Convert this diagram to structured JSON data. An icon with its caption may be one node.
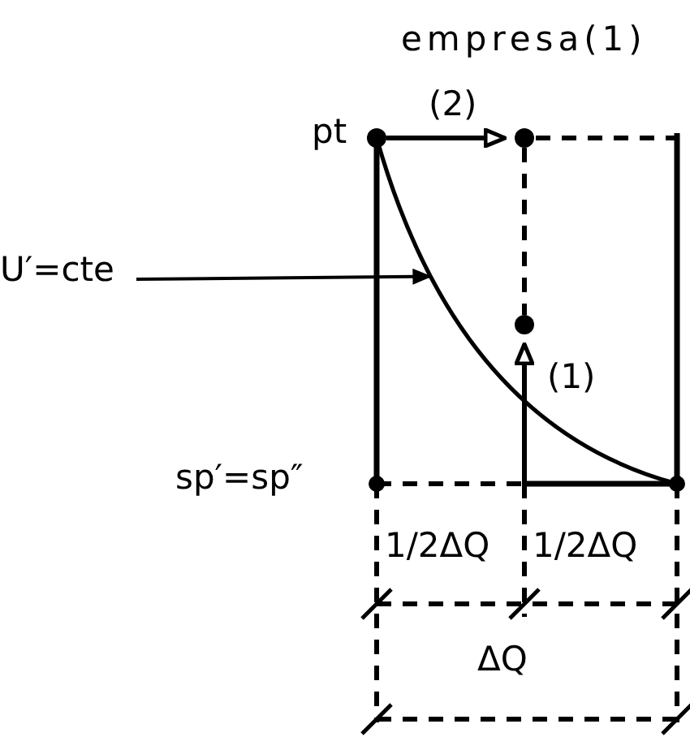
{
  "diagram": {
    "title": "empresa(1)",
    "nodes": [
      {
        "text": [],
        "shape": "circle",
        "beside": [
          "pt"
        ]
      },
      {
        "text": [],
        "shape": "circle"
      },
      {
        "text": [],
        "shape": "circle"
      },
      {
        "text": [
          "U′=cte"
        ]
      }
    ],
    "edges": [
      {
        "from": 0,
        "to": 1,
        "arrow": "to",
        "label": "(2)"
      },
      {
        "from": null,
        "to": 2,
        "arrow": "to",
        "label": "(1)"
      },
      {
        "from": 3,
        "to": null,
        "arrow": "to"
      },
      {
        "from": 1,
        "to": 2,
        "arrow": "none",
        "style": "dashed"
      }
    ],
    "labels": [
      "sp′=sp″",
      "1/2ΔQ",
      "1/2ΔQ",
      "ΔQ"
    ]
  }
}
